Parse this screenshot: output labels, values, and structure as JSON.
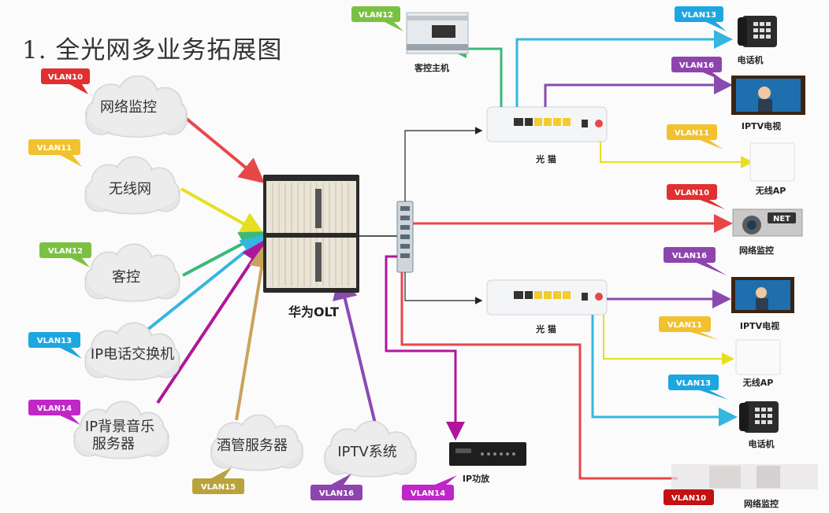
{
  "title": "1. 全光网多业务拓展图",
  "left_clouds": [
    {
      "text": "网络监控",
      "tag": "VLAN10",
      "color": "#e03030"
    },
    {
      "text": "无线网",
      "tag": "VLAN11",
      "color": "#f2c12e"
    },
    {
      "text": "客控",
      "tag": "VLAN12",
      "color": "#7ac142"
    },
    {
      "text": "IP电话交换机",
      "tag": "VLAN13",
      "color": "#1da7e0"
    },
    {
      "text": "IP背景音乐",
      "text2": "服务器",
      "tag": "VLAN14",
      "color": "#c026c8"
    }
  ],
  "bottom_clouds": [
    {
      "text": "酒管服务器",
      "tag": "VLAN15",
      "color": "#b9a33a"
    },
    {
      "text": "IPTV系统",
      "tag": "VLAN16",
      "color": "#8e44ad"
    }
  ],
  "olt_label": "华为OLT",
  "modem_label": "光  猫",
  "ip_amp": {
    "label": "IP功放",
    "tag": "VLAN14"
  },
  "right_devices": [
    {
      "label": "客控主机",
      "tag": "VLAN12",
      "icon": "control-host-icon"
    },
    {
      "label": "电话机",
      "tag": "VLAN13",
      "icon": "phone-icon"
    },
    {
      "label": "IPTV电视",
      "tag": "VLAN16",
      "icon": "tv-icon"
    },
    {
      "label": "无线AP",
      "tag": "VLAN11",
      "icon": "wireless-ap-icon"
    },
    {
      "label": "网络监控",
      "tag": "VLAN10",
      "icon": "camera-icon",
      "camera_badge": "NET"
    },
    {
      "label": "IPTV电视",
      "tag": "VLAN16",
      "icon": "tv-icon"
    },
    {
      "label": "无线AP",
      "tag": "VLAN11",
      "icon": "wireless-ap-icon"
    },
    {
      "label": "电话机",
      "tag": "VLAN13",
      "icon": "phone-icon"
    },
    {
      "label": "网络监控",
      "tag": "VLAN10",
      "icon": "camera-icon"
    }
  ],
  "colors": {
    "vlan10": "#e03030",
    "vlan11": "#f2c12e",
    "vlan12": "#7ac142",
    "vlan13": "#1da7e0",
    "vlan14": "#c026c8",
    "vlan15": "#b9a33a",
    "vlan16": "#8e44ad",
    "arrow_red": "#e8474a",
    "arrow_yellow": "#f0ea3a",
    "arrow_green": "#3cb878",
    "arrow_blue": "#35b6e0",
    "arrow_purple": "#8a4bb0",
    "arrow_magenta": "#b0169b",
    "arrow_gold": "#c9a35a"
  }
}
